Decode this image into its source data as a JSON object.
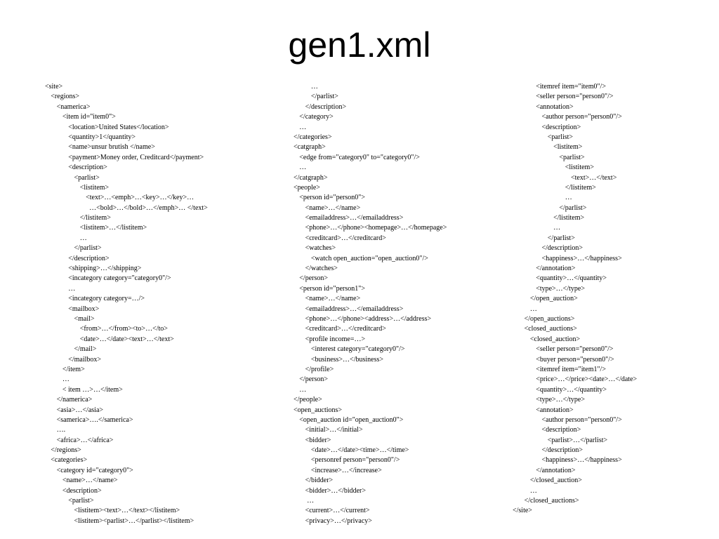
{
  "title": "gen1.xml",
  "columns": [
    [
      {
        "i": 0,
        "t": "<site>"
      },
      {
        "i": 1,
        "t": "<regions>"
      },
      {
        "i": 2,
        "t": "<namerica>"
      },
      {
        "i": 3,
        "t": "<item id=\"item0\">"
      },
      {
        "i": 4,
        "t": "<location>United States</location>"
      },
      {
        "i": 4,
        "t": "<quantity>1</quantity>"
      },
      {
        "i": 4,
        "t": "<name>unsur brutish </name>"
      },
      {
        "i": 4,
        "t": "<payment>Money order, Creditcard</payment>"
      },
      {
        "i": 4,
        "t": "<description>"
      },
      {
        "i": 5,
        "t": "<parlist>"
      },
      {
        "i": 6,
        "t": "<listitem>"
      },
      {
        "i": 7,
        "t": "<text>…<emph>…<key>…</key>…"
      },
      {
        "i": 7.6,
        "t": "…<bold>…</bold>…</emph>… </text>"
      },
      {
        "i": 6,
        "t": "</listitem>"
      },
      {
        "i": 6,
        "t": "<listitem>…</listitem>"
      },
      {
        "i": 6,
        "t": "…"
      },
      {
        "i": 5,
        "t": "</parlist>"
      },
      {
        "i": 4,
        "t": "</description>"
      },
      {
        "i": 4,
        "t": "<shipping>…</shipping>"
      },
      {
        "i": 4,
        "t": "<incategory category=\"category0\"/>"
      },
      {
        "i": 4,
        "t": "…"
      },
      {
        "i": 4,
        "t": "<incategory category=…/>"
      },
      {
        "i": 4,
        "t": "<mailbox>"
      },
      {
        "i": 5,
        "t": "<mail>"
      },
      {
        "i": 6,
        "t": "<from>…</from><to>…</to>"
      },
      {
        "i": 6,
        "t": "<date>…</date><text>…</text>"
      },
      {
        "i": 5,
        "t": "</mail>"
      },
      {
        "i": 4,
        "t": "</mailbox>"
      },
      {
        "i": 3,
        "t": "</item>"
      },
      {
        "i": 3,
        "t": "…"
      },
      {
        "i": 3,
        "t": "< item …>…</item>"
      },
      {
        "i": 2,
        "t": "</namerica>"
      },
      {
        "i": 2,
        "t": "<asia>…</asia>"
      },
      {
        "i": 2,
        "t": "<samerica>….</samerica>"
      },
      {
        "i": 2,
        "t": "…."
      },
      {
        "i": 2,
        "t": "<africa>…</africa>"
      },
      {
        "i": 1,
        "t": "</regions>"
      },
      {
        "i": 1,
        "t": "<categories>"
      },
      {
        "i": 2,
        "t": "<category id=\"category0\">"
      },
      {
        "i": 3,
        "t": "<name>…</name>"
      },
      {
        "i": 3,
        "t": "<description>"
      },
      {
        "i": 4,
        "t": "<parlist>"
      },
      {
        "i": 5,
        "t": "<listitem><text>…</text></listitem>"
      },
      {
        "i": 5,
        "t": "<listitem><parlist>…</parlist></listitem>"
      }
    ],
    [
      {
        "i": 3,
        "t": "…"
      },
      {
        "i": 3,
        "t": "</parlist>"
      },
      {
        "i": 2,
        "t": "</description>"
      },
      {
        "i": 1,
        "t": "</category>"
      },
      {
        "i": 1,
        "t": "…"
      },
      {
        "i": 0,
        "t": "</categories>"
      },
      {
        "i": 0,
        "t": "<catgraph>"
      },
      {
        "i": 1,
        "t": "<edge from=\"category0\" to=\"category0\"/>"
      },
      {
        "i": 1,
        "t": "…"
      },
      {
        "i": 0,
        "t": "</catgraph>"
      },
      {
        "i": 0,
        "t": "<people>"
      },
      {
        "i": 1,
        "t": "<person id=\"person0\">"
      },
      {
        "i": 2,
        "t": "<name>…</name>"
      },
      {
        "i": 2,
        "t": "<emailaddress>…</emailaddress>"
      },
      {
        "i": 2,
        "t": "<phone>…</phone><homepage>…</homepage>"
      },
      {
        "i": 2,
        "t": "<creditcard>…</creditcard>"
      },
      {
        "i": 2,
        "t": "<watches>"
      },
      {
        "i": 3,
        "t": "<watch open_auction=\"open_auction0\"/>"
      },
      {
        "i": 2,
        "t": "</watches>"
      },
      {
        "i": 1,
        "t": "</person>"
      },
      {
        "i": 1,
        "t": "<person id=\"person1\">"
      },
      {
        "i": 2,
        "t": "<name>…</name>"
      },
      {
        "i": 2,
        "t": "<emailaddress>…</emailaddress>"
      },
      {
        "i": 2,
        "t": "<phone>…</phone><address>…</address>"
      },
      {
        "i": 2,
        "t": "<creditcard>…</creditcard>"
      },
      {
        "i": 2,
        "t": "<profile income=…>"
      },
      {
        "i": 3,
        "t": "<interest category=\"category0\"/>"
      },
      {
        "i": 3,
        "t": "<business>…</business>"
      },
      {
        "i": 2,
        "t": "</profile>"
      },
      {
        "i": 1,
        "t": "</person>"
      },
      {
        "i": 1,
        "t": "…"
      },
      {
        "i": 0,
        "t": "</people>"
      },
      {
        "i": 0,
        "t": "<open_auctions>"
      },
      {
        "i": 1,
        "t": "<open_auction id=\"open_auction0\">"
      },
      {
        "i": 2,
        "t": "<initial>…</initial>"
      },
      {
        "i": 2,
        "t": "<bidder>"
      },
      {
        "i": 3,
        "t": "<date>…</date><time>…</time>"
      },
      {
        "i": 3,
        "t": "<personref person=\"person0\"/>"
      },
      {
        "i": 3,
        "t": "<increase>…</increase>"
      },
      {
        "i": 2,
        "t": "</bidder>"
      },
      {
        "i": 2,
        "t": "<bidder>…</bidder>"
      },
      {
        "i": 2.3,
        "t": "…"
      },
      {
        "i": 2,
        "t": "<current>…</current>"
      },
      {
        "i": 2,
        "t": "<privacy>…</privacy>"
      }
    ],
    [
      {
        "i": 4,
        "t": "<itemref item=\"item0\"/>"
      },
      {
        "i": 4,
        "t": "<seller person=\"person0\"/>"
      },
      {
        "i": 4,
        "t": "<annotation>"
      },
      {
        "i": 5,
        "t": "<author person=\"person0\"/>"
      },
      {
        "i": 5,
        "t": "<description>"
      },
      {
        "i": 6,
        "t": "<parlist>"
      },
      {
        "i": 7,
        "t": "<listitem>"
      },
      {
        "i": 8,
        "t": "<parlist>"
      },
      {
        "i": 9,
        "t": "<listitem>"
      },
      {
        "i": 10,
        "t": "<text>…</text>"
      },
      {
        "i": 9,
        "t": "</listitem>"
      },
      {
        "i": 9,
        "t": "…"
      },
      {
        "i": 8,
        "t": "</parlist>"
      },
      {
        "i": 7,
        "t": "</listitem>"
      },
      {
        "i": 7,
        "t": "…"
      },
      {
        "i": 6,
        "t": "</parlist>"
      },
      {
        "i": 5,
        "t": "</description>"
      },
      {
        "i": 5,
        "t": "<happiness>…</happiness>"
      },
      {
        "i": 4,
        "t": "</annotation>"
      },
      {
        "i": 4,
        "t": "<quantity>…</quantity>"
      },
      {
        "i": 4,
        "t": "<type>…</type>"
      },
      {
        "i": 3,
        "t": "</open_auction>"
      },
      {
        "i": 3,
        "t": "…"
      },
      {
        "i": 2,
        "t": "</open_auctions>"
      },
      {
        "i": 2,
        "t": "<closed_auctions>"
      },
      {
        "i": 3,
        "t": "<closed_auction>"
      },
      {
        "i": 4,
        "t": "<seller person=\"person0\"/>"
      },
      {
        "i": 4,
        "t": "<buyer person=\"person0\"/>"
      },
      {
        "i": 4,
        "t": "<itemref item=\"item1\"/>"
      },
      {
        "i": 4,
        "t": "<price>…</price><date>…</date>"
      },
      {
        "i": 4,
        "t": "<quantity>…</quantity>"
      },
      {
        "i": 4,
        "t": "<type>…</type>"
      },
      {
        "i": 4,
        "t": "<annotation>"
      },
      {
        "i": 5,
        "t": "<author person=\"person0\"/>"
      },
      {
        "i": 5,
        "t": "<description>"
      },
      {
        "i": 6,
        "t": "<parlist>…</parlist>"
      },
      {
        "i": 5,
        "t": "</description>"
      },
      {
        "i": 5,
        "t": "<happiness>…</happiness>"
      },
      {
        "i": 4,
        "t": "</annotation>"
      },
      {
        "i": 3,
        "t": "</closed_auction>"
      },
      {
        "i": 3,
        "t": "…"
      },
      {
        "i": 2,
        "t": "</closed_auctions>"
      },
      {
        "i": 0,
        "t": "</site>"
      }
    ]
  ]
}
